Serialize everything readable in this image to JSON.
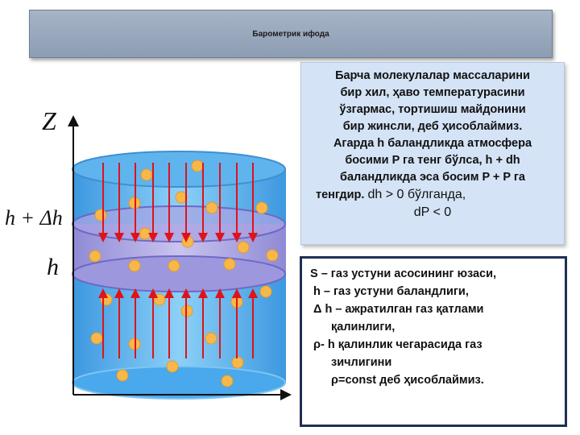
{
  "title": "Барометрик ифода",
  "axis": {
    "z": "Z",
    "h_plus": "h + Δh",
    "h": "h"
  },
  "box1": {
    "lines": [
      "Барча молекулалар массаларини",
      "бир хил, ҳаво температурасини",
      "ўзгармас, тортишиш майдонини",
      "бир жинсли, деб ҳисоблаймиз.",
      "Агарда h баландликда атмосфера",
      "босими P га тенг бўлса,   h + dh",
      "баландликда эса босим P +  P га"
    ],
    "last_bold": "тенгдир.",
    "last_sym": "dh > 0 бўлганда,",
    "cond": "dP < 0"
  },
  "box2": {
    "l1": "S – газ устуни асосининг юзаси,",
    "l2": "h – газ устуни баландлиги,",
    "l3": "Δ h – ажратилган газ қатлами",
    "l4": "қалинлиги,",
    "l5": "ρ-  h қалинлик чегарасида газ",
    "l6": "зичлигини",
    "l7": "ρ=const деб ҳисоблаймиз."
  },
  "colors": {
    "arrow": "#e0121b",
    "dot": "#f6b84a",
    "liquid": "#5ab4ee",
    "band": "#b6aee6",
    "navy": "#1f2f55"
  }
}
